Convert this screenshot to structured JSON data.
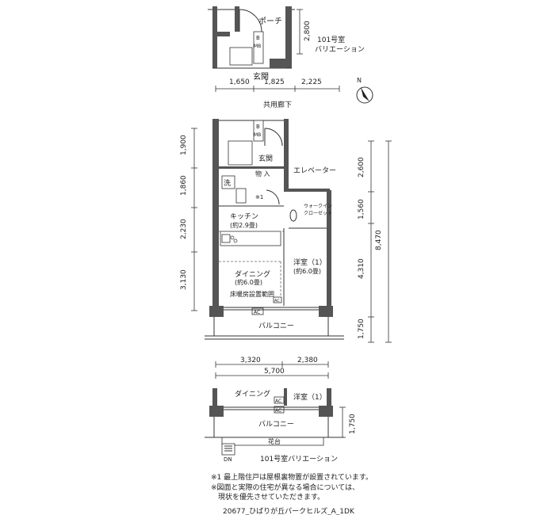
{
  "top_variation": {
    "porch": "ポーチ",
    "entrance": "玄関",
    "dim_vertical": "2,800",
    "caption_line1": "101号室",
    "caption_line2": "バリエーション",
    "mb_label": "MB",
    "b_label": "B"
  },
  "upper_dims": [
    "1,650",
    "1,825",
    "2,225"
  ],
  "corridor": "共用廊下",
  "compass_n": "N",
  "main_plan": {
    "entrance": "玄関",
    "elevator": "エレベーター",
    "washer": "洗",
    "storage": "物\n入",
    "note_mark": "※1",
    "walkin_line1": "ウォークイン",
    "walkin_line2": "クローゼット",
    "kitchen": "キッチン",
    "kitchen_area": "(約2.9畳)",
    "bedroom": "洋室（1）",
    "bedroom_area": "(約6.0畳)",
    "dining": "ダイニング",
    "dining_area": "(約6.0畳)",
    "floor_heating": "床暖房設置範囲",
    "ac": "AC",
    "ac2": "AC",
    "balcony": "バルコニー",
    "mb_label": "MB",
    "b_label": "B"
  },
  "left_dims": [
    "1,900",
    "1,860",
    "2,230",
    "3,130"
  ],
  "right_dims_inner": [
    "2,600",
    "1,560",
    "4,310",
    "1,750"
  ],
  "right_dim_total": "8,470",
  "lower_dims": [
    "3,320",
    "2,380"
  ],
  "lower_dim_total": "5,700",
  "bottom_variation": {
    "dining": "ダイニング",
    "bedroom": "洋室（1）",
    "ac1": "AC",
    "ac2": "AC",
    "balcony": "バルコニー",
    "planter": "花台",
    "dim_vertical": "1,750",
    "dn": "DN",
    "caption": "101号室バリエーション"
  },
  "notes": [
    "※1 最上階住戸は屋根裏物置が設置されています。",
    "※図面と実際の住宅が異なる場合については、",
    "　現状を優先させていただきます。"
  ],
  "footer": "20677_ひばりが丘パークヒルズ_A_1DK"
}
